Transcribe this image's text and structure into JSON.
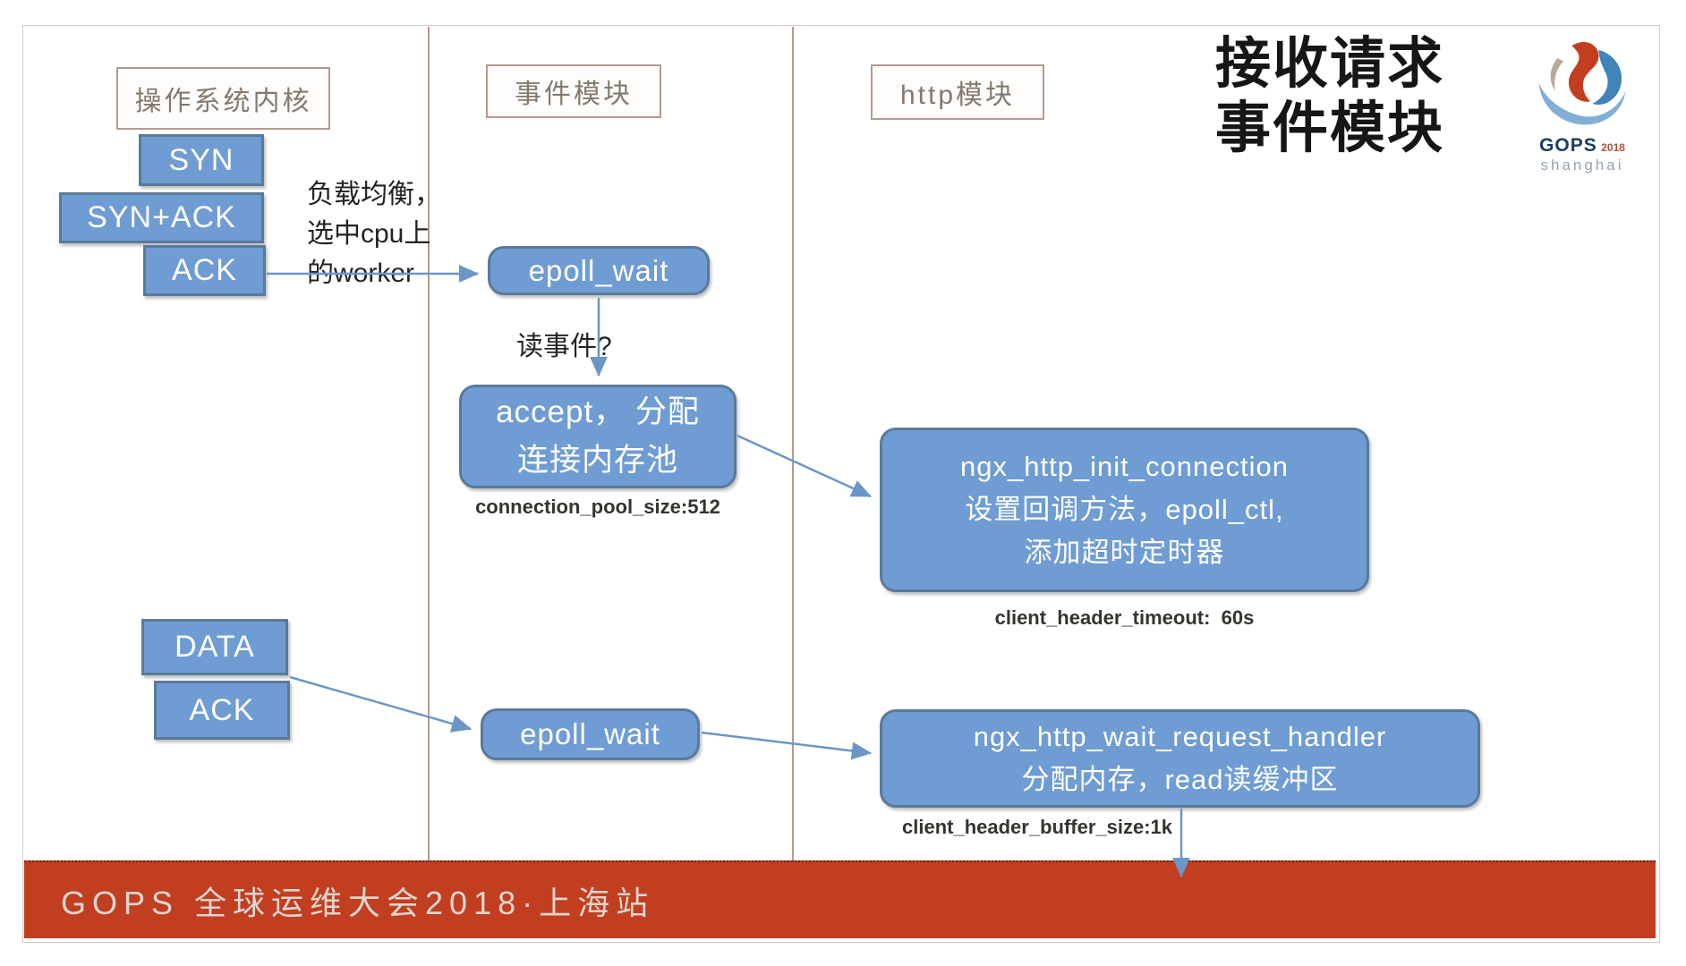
{
  "title": {
    "line1": "接收请求",
    "line2": "事件模块"
  },
  "logo": {
    "brand": "GOPS",
    "year": "2018",
    "city": "shanghai"
  },
  "columns": {
    "os": "操作系统内核",
    "event": "事件模块",
    "http": "http模块"
  },
  "nodes": {
    "syn": "SYN",
    "syn_ack": "SYN+ACK",
    "ack": "ACK",
    "epoll_wait_1": "epoll_wait",
    "accept": [
      "accept， 分配",
      "连接内存池"
    ],
    "ngx_init": [
      "ngx_http_init_connection",
      "设置回调方法，epoll_ctl,",
      "添加超时定时器"
    ],
    "data": "DATA",
    "ack2": "ACK",
    "epoll_wait_2": "epoll_wait",
    "ngx_wait": [
      "ngx_http_wait_request_handler",
      "分配内存，read读缓冲区"
    ]
  },
  "annotations": {
    "load_balance": [
      "负载均衡，",
      "选中cpu上",
      "的worker"
    ],
    "read_event": "读事件?",
    "pool_size": "connection_pool_size:512",
    "header_timeout": "client_header_timeout:  60s",
    "header_buffer": "client_header_buffer_size:1k"
  },
  "footer": {
    "text": "GOPS 全球运维大会2018·上海站"
  },
  "colors": {
    "node_fill": "#6f9cd2",
    "node_border": "#5a7a9b",
    "divider": "#b6998c",
    "arrow": "#6b96c6",
    "footer_bar": "#c23e20",
    "label_text": "#85796d",
    "logo_red": "#c23e20",
    "logo_blue": "#4284b8",
    "logo_light_blue": "#82aed6"
  }
}
